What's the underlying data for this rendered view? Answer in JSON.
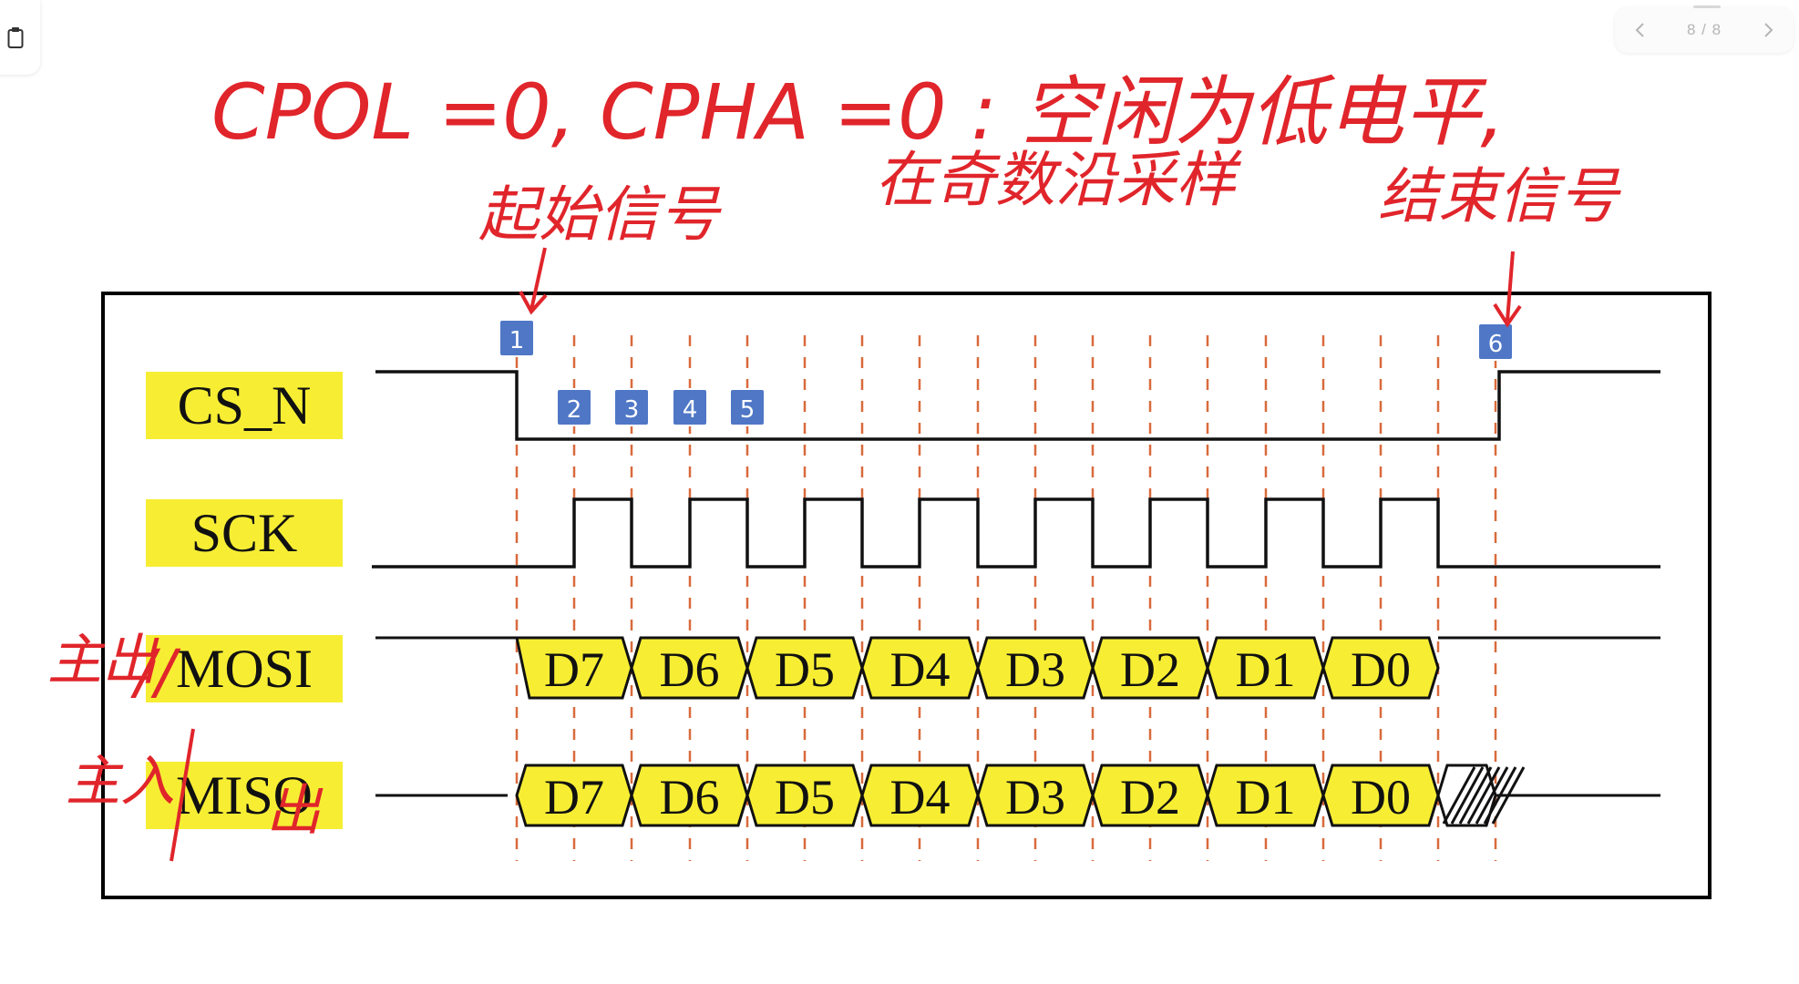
{
  "pager": {
    "text": "8 / 8",
    "prev_icon": "chevron-left-icon",
    "next_icon": "chevron-right-icon"
  },
  "side_tab": {
    "icon": "clipboard-icon"
  },
  "colors": {
    "frame": "#000000",
    "signal": "#111111",
    "label_bg": "#f7ee34",
    "data_bg": "#f7ee34",
    "dashed": "#d96a3c",
    "marker_bg": "#4f77c6",
    "marker_text": "#ffffff",
    "annotation": "#e0252b"
  },
  "signals": [
    "CS_N",
    "SCK",
    "MOSI",
    "MISO"
  ],
  "bits": [
    "D7",
    "D6",
    "D5",
    "D4",
    "D3",
    "D2",
    "D1",
    "D0"
  ],
  "markers": [
    "1",
    "2",
    "3",
    "4",
    "5",
    "6"
  ],
  "sck_pulses": 8,
  "annotations": {
    "mode_line1": "CPOL =0, CPHA =0 : 空闲为低电平,",
    "mode_line2": "在奇数沿采样",
    "start_signal": "起始信号",
    "end_signal": "结束信号",
    "mosi_note": "主出",
    "mosi_note_slash": "//",
    "miso_note": "主入",
    "miso_note_out": "出"
  }
}
